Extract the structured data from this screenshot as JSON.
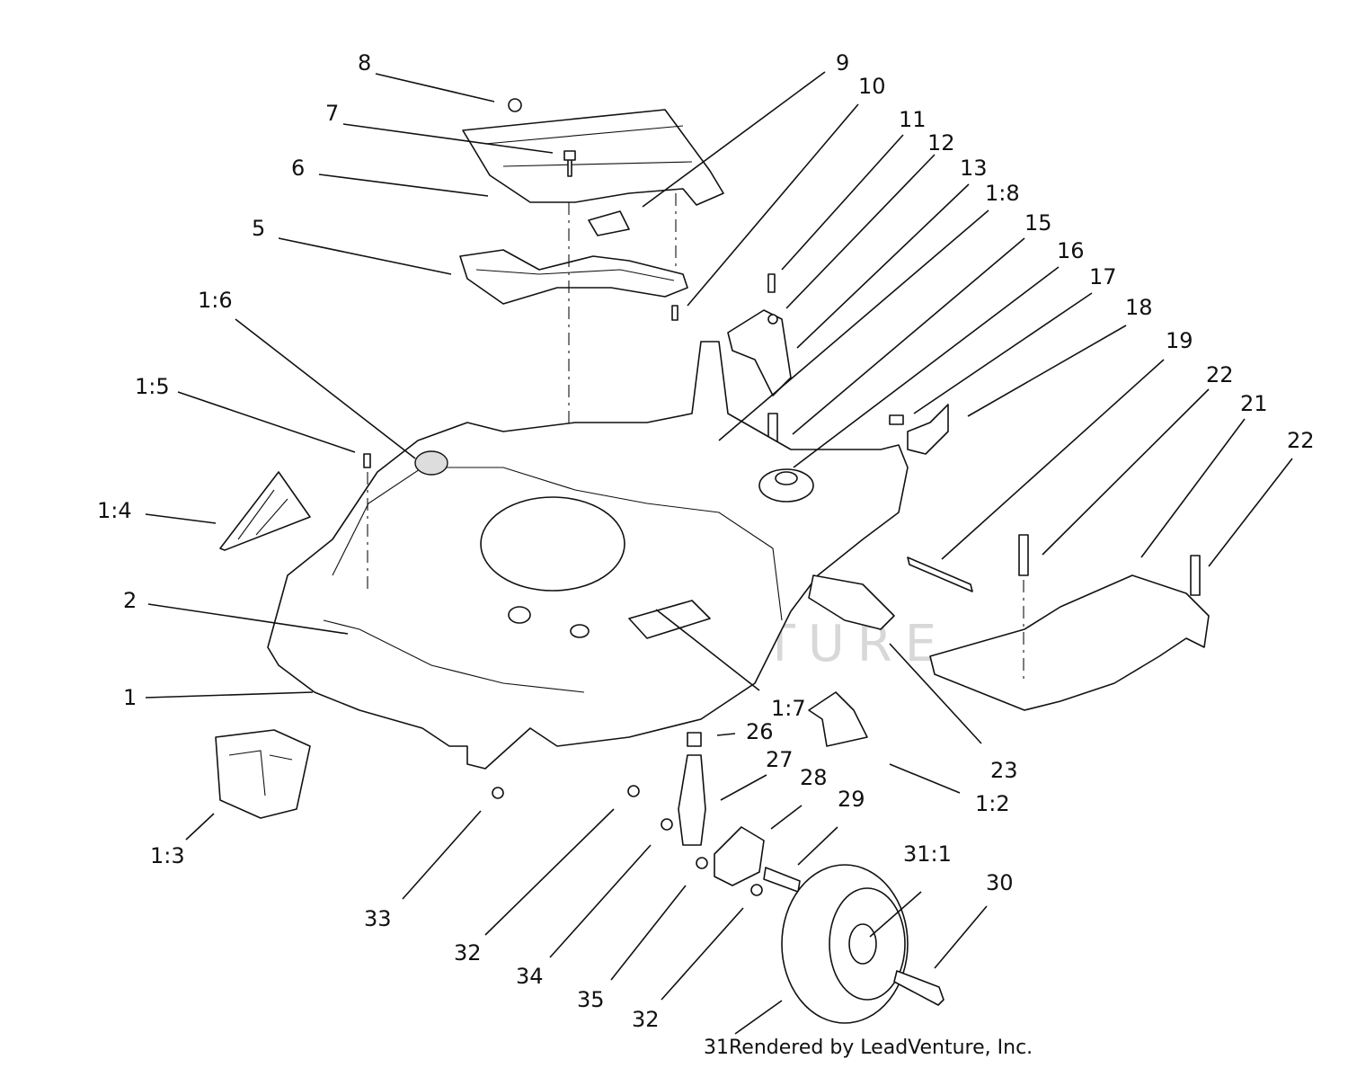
{
  "watermark": "LEADVENTURE",
  "footer": {
    "prefix": "31",
    "credit": "Rendered by LeadVenture, Inc."
  },
  "callouts": [
    {
      "id": "c-8",
      "label": "8"
    },
    {
      "id": "c-7",
      "label": "7"
    },
    {
      "id": "c-6",
      "label": "6"
    },
    {
      "id": "c-9",
      "label": "9"
    },
    {
      "id": "c-10",
      "label": "10"
    },
    {
      "id": "c-5",
      "label": "5"
    },
    {
      "id": "c-11",
      "label": "11"
    },
    {
      "id": "c-12",
      "label": "12"
    },
    {
      "id": "c-13",
      "label": "13"
    },
    {
      "id": "c-1-8",
      "label": "1:8"
    },
    {
      "id": "c-15",
      "label": "15"
    },
    {
      "id": "c-16",
      "label": "16"
    },
    {
      "id": "c-17",
      "label": "17"
    },
    {
      "id": "c-18",
      "label": "18"
    },
    {
      "id": "c-19",
      "label": "19"
    },
    {
      "id": "c-22a",
      "label": "22"
    },
    {
      "id": "c-21",
      "label": "21"
    },
    {
      "id": "c-22b",
      "label": "22"
    },
    {
      "id": "c-1-6",
      "label": "1:6"
    },
    {
      "id": "c-1-5",
      "label": "1:5"
    },
    {
      "id": "c-1-4",
      "label": "1:4"
    },
    {
      "id": "c-2",
      "label": "2"
    },
    {
      "id": "c-1",
      "label": "1"
    },
    {
      "id": "c-1-3",
      "label": "1:3"
    },
    {
      "id": "c-1-7",
      "label": "1:7"
    },
    {
      "id": "c-26",
      "label": "26"
    },
    {
      "id": "c-27",
      "label": "27"
    },
    {
      "id": "c-28",
      "label": "28"
    },
    {
      "id": "c-29",
      "label": "29"
    },
    {
      "id": "c-23",
      "label": "23"
    },
    {
      "id": "c-1-2",
      "label": "1:2"
    },
    {
      "id": "c-31-1",
      "label": "31:1"
    },
    {
      "id": "c-30",
      "label": "30"
    },
    {
      "id": "c-33",
      "label": "33"
    },
    {
      "id": "c-32a",
      "label": "32"
    },
    {
      "id": "c-34",
      "label": "34"
    },
    {
      "id": "c-35",
      "label": "35"
    },
    {
      "id": "c-32b",
      "label": "32"
    }
  ]
}
